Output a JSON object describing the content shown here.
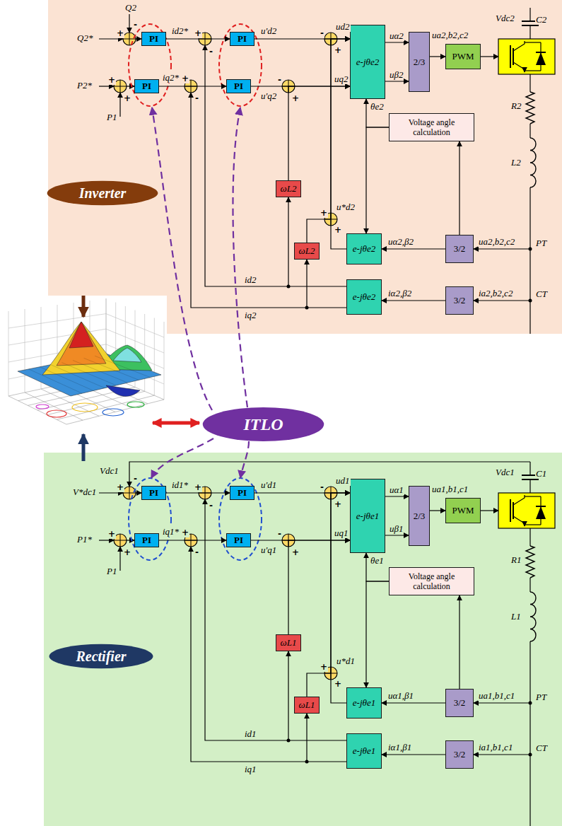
{
  "diagram": {
    "nodes": [
      {
        "text": [
          "Inverter"
        ]
      },
      {
        "text": [
          "PI"
        ]
      },
      {
        "text": [
          "PI"
        ]
      },
      {
        "text": [
          "PI"
        ]
      },
      {
        "text": [
          "PI"
        ]
      },
      {
        "text": [
          "e-jθe2"
        ]
      },
      {
        "text": [
          "2/3"
        ]
      },
      {
        "text": [
          "PWM"
        ]
      },
      {
        "text": [
          "Voltage angle calculation"
        ]
      },
      {
        "text": [
          "ωL2"
        ]
      },
      {
        "text": [
          "ωL2"
        ]
      },
      {
        "text": [
          "e-jθe2"
        ]
      },
      {
        "text": [
          "3/2"
        ]
      },
      {
        "text": [
          "e-jθe2"
        ]
      },
      {
        "text": [
          "3/2"
        ]
      },
      {
        "text": [
          "ITLO"
        ]
      },
      {
        "text": [
          "Rectifier"
        ]
      },
      {
        "text": [
          "PI"
        ]
      },
      {
        "text": [
          "PI"
        ]
      },
      {
        "text": [
          "PI"
        ]
      },
      {
        "text": [
          "PI"
        ]
      },
      {
        "text": [
          "e-jθe1"
        ]
      },
      {
        "text": [
          "2/3"
        ]
      },
      {
        "text": [
          "PWM"
        ]
      },
      {
        "text": [
          "Voltage angle calculation"
        ]
      },
      {
        "text": [
          "ωL1"
        ]
      },
      {
        "text": [
          "ωL1"
        ]
      },
      {
        "text": [
          "e-jθe1"
        ]
      },
      {
        "text": [
          "3/2"
        ]
      },
      {
        "text": [
          "e-jθe1"
        ]
      },
      {
        "text": [
          "3/2"
        ]
      }
    ],
    "edges": [
      {
        "from": 1,
        "to": 3,
        "arrow": "to"
      },
      {
        "from": 2,
        "to": 4,
        "arrow": "to"
      },
      {
        "from": 3,
        "to": 5,
        "arrow": "to"
      },
      {
        "from": 4,
        "to": 5,
        "arrow": "to"
      },
      {
        "from": 5,
        "to": 6,
        "arrow": "to"
      },
      {
        "from": 5,
        "to": 6,
        "arrow": "to"
      },
      {
        "from": 6,
        "to": 7,
        "arrow": "to"
      },
      {
        "from": 8,
        "to": 5,
        "arrow": "to"
      },
      {
        "from": 8,
        "to": 11,
        "arrow": "to"
      },
      {
        "from": 12,
        "to": 11,
        "arrow": "to"
      },
      {
        "from": 12,
        "to": 8,
        "arrow": "to"
      },
      {
        "from": 11,
        "to": 5,
        "arrow": "to"
      },
      {
        "from": 13,
        "to": 9,
        "arrow": "to"
      },
      {
        "from": 9,
        "to": 5,
        "arrow": "to"
      },
      {
        "from": 13,
        "to": 10,
        "arrow": "to"
      },
      {
        "from": 10,
        "to": 5,
        "arrow": "to"
      },
      {
        "from": 14,
        "to": 13,
        "arrow": "to"
      },
      {
        "from": 17,
        "to": 19,
        "arrow": "to"
      },
      {
        "from": 18,
        "to": 20,
        "arrow": "to"
      },
      {
        "from": 19,
        "to": 21,
        "arrow": "to"
      },
      {
        "from": 20,
        "to": 21,
        "arrow": "to"
      },
      {
        "from": 21,
        "to": 22,
        "arrow": "to"
      },
      {
        "from": 21,
        "to": 22,
        "arrow": "to"
      },
      {
        "from": 22,
        "to": 23,
        "arrow": "to"
      },
      {
        "from": 24,
        "to": 21,
        "arrow": "to"
      },
      {
        "from": 24,
        "to": 27,
        "arrow": "to"
      },
      {
        "from": 28,
        "to": 27,
        "arrow": "to"
      },
      {
        "from": 28,
        "to": 24,
        "arrow": "to"
      },
      {
        "from": 27,
        "to": 21,
        "arrow": "to"
      },
      {
        "from": 29,
        "to": 25,
        "arrow": "to"
      },
      {
        "from": 25,
        "to": 21,
        "arrow": "to"
      },
      {
        "from": 29,
        "to": 26,
        "arrow": "to"
      },
      {
        "from": 26,
        "to": 21,
        "arrow": "to"
      },
      {
        "from": 30,
        "to": 29,
        "arrow": "to"
      }
    ],
    "labels": [
      "Q2",
      "Q2*",
      "P2*",
      "P1",
      "id2*",
      "iq2*",
      "u'd2",
      "u'q2",
      "ud2",
      "uq2",
      "uα2",
      "uβ2",
      "ua2,b2,c2",
      "Vdc2",
      "C2",
      "R2",
      "L2",
      "θe2",
      "u*d2",
      "uα2,β2",
      "ua2,b2,c2",
      "PT",
      "id2",
      "iq2",
      "iα2,β2",
      "ia2,b2,c2",
      "CT",
      "+",
      "-",
      "+",
      "+",
      "+",
      "-",
      "+",
      "-",
      "-",
      "+",
      "-",
      "+",
      "+",
      "+",
      "Vdc1",
      "V*dc1",
      "P1*",
      "P1",
      "id1*",
      "iq1*",
      "u'd1",
      "u'q1",
      "ud1",
      "uq1",
      "uα1",
      "uβ1",
      "ua1,b1,c1",
      "Vdc1",
      "C1",
      "R1",
      "L1",
      "θe1",
      "u*d1",
      "uα1,β1",
      "ua1,b1,c1",
      "PT",
      "id1",
      "iq1",
      "iα1,β1",
      "ia1,b1,c1",
      "CT",
      "+",
      "-",
      "+",
      "+",
      "+",
      "-",
      "+",
      "-",
      "-",
      "+",
      "-",
      "+",
      "+",
      "+"
    ]
  }
}
